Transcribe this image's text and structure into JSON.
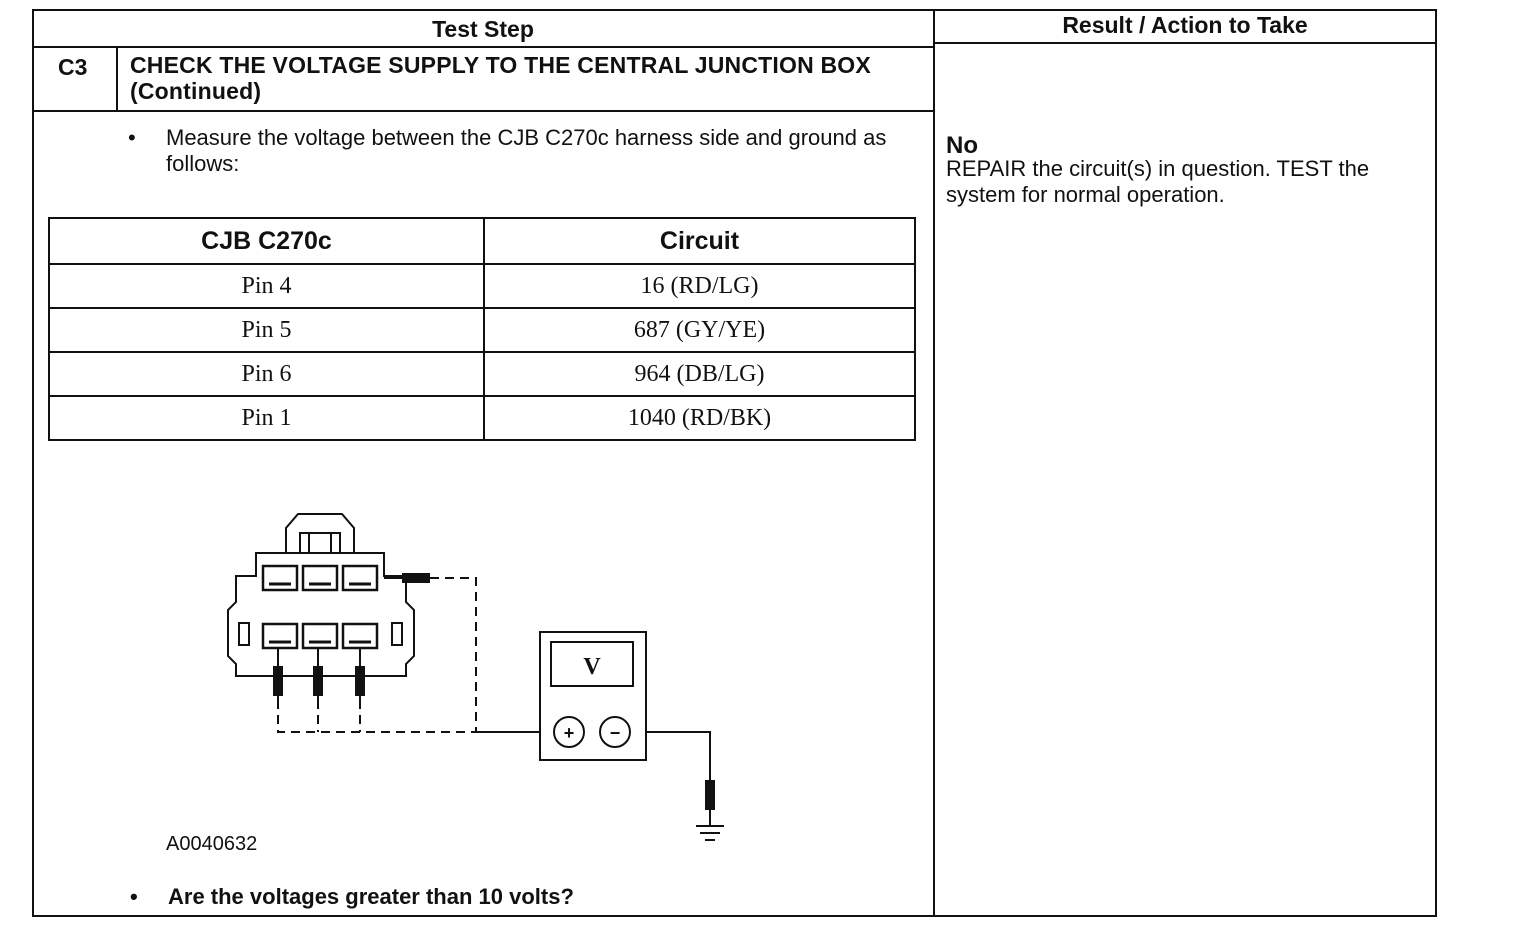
{
  "header": {
    "test_step": "Test Step",
    "result_action": "Result / Action to Take"
  },
  "step": {
    "id": "C3",
    "title": "CHECK THE VOLTAGE SUPPLY TO THE CENTRAL JUNCTION BOX (Continued)",
    "instruction": "Measure the voltage between the CJB C270c harness side and ground as follows:",
    "question": "Are the voltages greater than 10 volts?"
  },
  "pin_table": {
    "columns": [
      "CJB C270c",
      "Circuit"
    ],
    "rows": [
      [
        "Pin 4",
        "16 (RD/LG)"
      ],
      [
        "Pin 5",
        "687 (GY/YE)"
      ],
      [
        "Pin 6",
        "964 (DB/LG)"
      ],
      [
        "Pin 1",
        "1040 (RD/BK)"
      ]
    ]
  },
  "figure": {
    "id": "A0040632",
    "meter_label": "V",
    "plus": "+",
    "minus": "−"
  },
  "result": {
    "label": "No",
    "text": "REPAIR the circuit(s) in question. TEST the system for normal operation."
  }
}
